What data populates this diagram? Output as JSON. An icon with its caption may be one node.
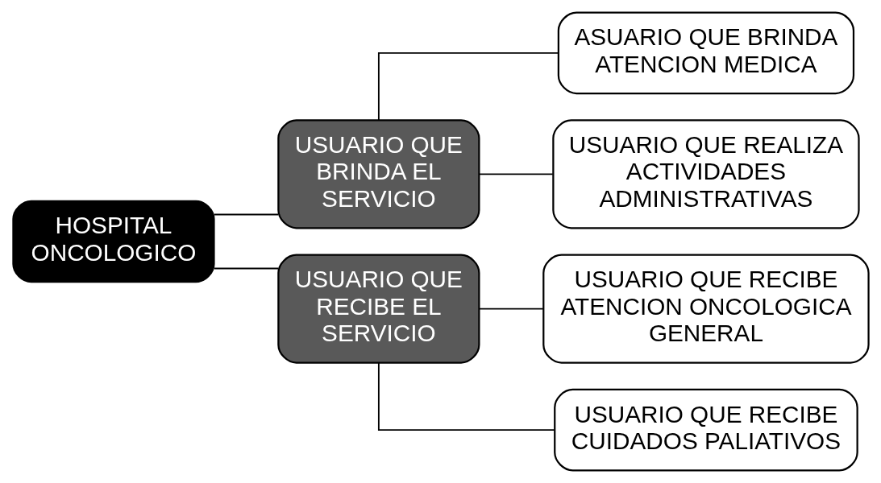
{
  "diagram": {
    "nodes": [
      {
        "text": [
          "HOSPITAL ONCOLOGICO"
        ]
      },
      {
        "text": [
          "USUARIO QUE BRINDA EL SERVICIO"
        ]
      },
      {
        "text": [
          "ASUARIO QUE BRINDA ATENCION MEDICA"
        ]
      },
      {
        "text": [
          "USUARIO QUE REALIZA ACTIVIDADES ADMINISTRATIVAS"
        ]
      },
      {
        "text": [
          "USUARIO QUE RECIBE EL SERVICIO"
        ]
      },
      {
        "text": [
          "USUARIO QUE RECIBE ATENCION ONCOLOGICA GENERAL"
        ]
      },
      {
        "text": [
          "USUARIO QUE RECIBE CUIDADOS PALIATIVOS"
        ]
      }
    ],
    "edges": [
      {
        "from": 0,
        "to": 1,
        "arrow": "none"
      },
      {
        "from": 0,
        "to": 4,
        "arrow": "none"
      },
      {
        "from": 1,
        "to": 2,
        "arrow": "none"
      },
      {
        "from": 1,
        "to": 3,
        "arrow": "none"
      },
      {
        "from": 4,
        "to": 5,
        "arrow": "none"
      },
      {
        "from": 4,
        "to": 6,
        "arrow": "none"
      }
    ]
  }
}
